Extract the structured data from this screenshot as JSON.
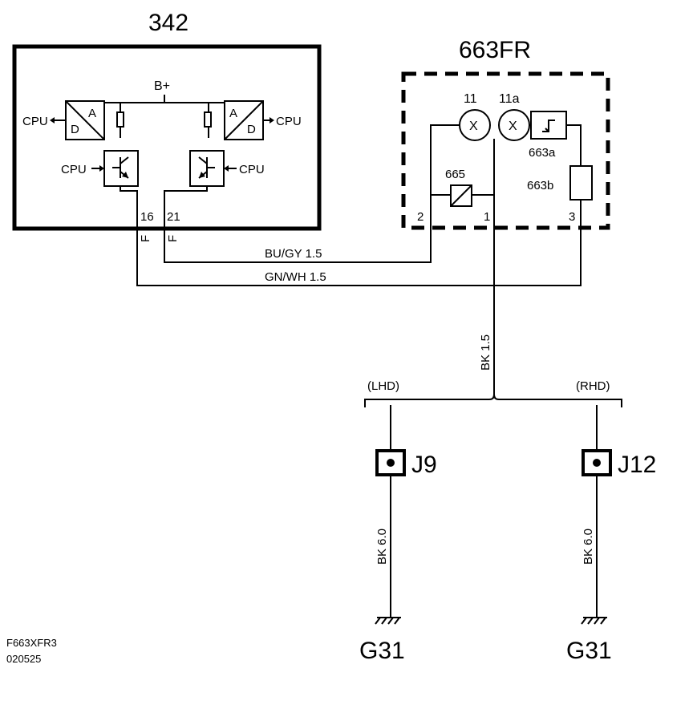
{
  "components": {
    "ecu": {
      "id": "342",
      "supply_label": "B+",
      "cpu_label": "CPU",
      "ad_labels": [
        "A",
        "D"
      ],
      "pins": [
        "16",
        "21"
      ],
      "pin_marks": [
        "F",
        "F"
      ]
    },
    "lamp_unit": {
      "id": "663FR",
      "bulbs": [
        "11",
        "11a"
      ],
      "bulb_symbol": "X",
      "relay": "663a",
      "resistor": "663b",
      "diode": "665",
      "pins": [
        "2",
        "1",
        "3"
      ]
    }
  },
  "wires": {
    "bu_gy": "BU/GY  1.5",
    "gn_wh": "GN/WH  1.5",
    "bk_main": "BK  1.5",
    "bk_left": "BK  6.0",
    "bk_right": "BK  6.0"
  },
  "branches": {
    "left": "(LHD)",
    "right": "(RHD)"
  },
  "splices": {
    "left": "J9",
    "right": "J12"
  },
  "grounds": {
    "left": "G31",
    "right": "G31"
  },
  "drawing_ref": {
    "code": "F663XFR3",
    "date": "020525"
  }
}
